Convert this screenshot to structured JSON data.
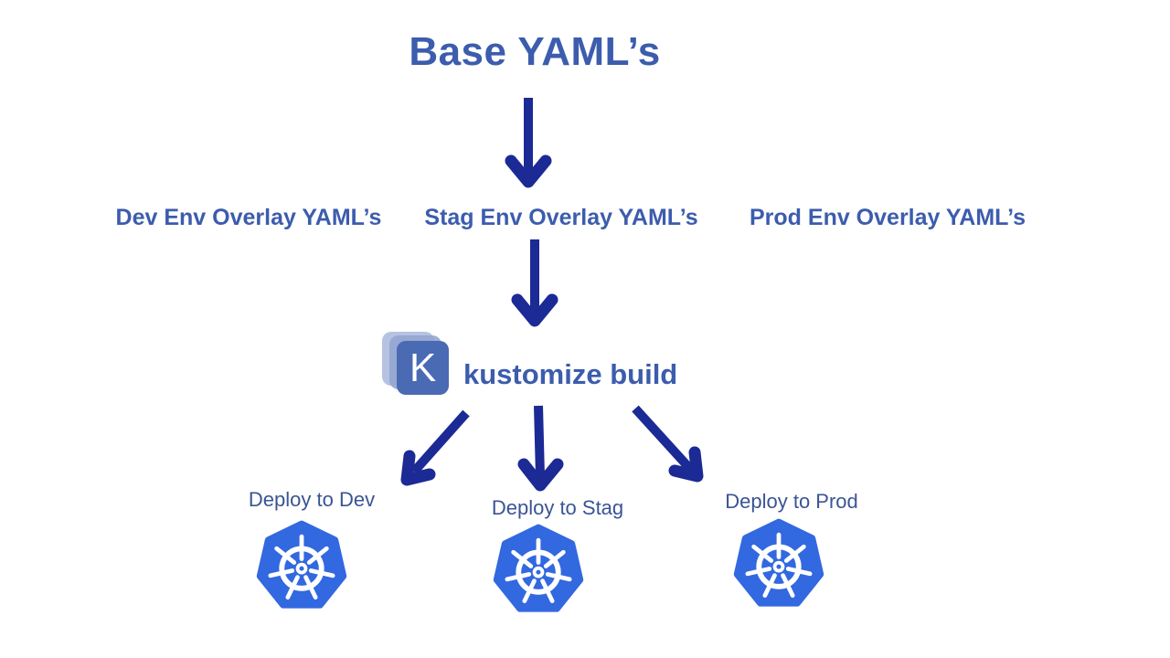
{
  "title": {
    "text": "Base YAML’s"
  },
  "overlays": [
    {
      "label": "Dev Env Overlay YAML’s"
    },
    {
      "label": "Stag Env Overlay YAML’s"
    },
    {
      "label": "Prod Env Overlay YAML’s"
    }
  ],
  "kustomize": {
    "label": "kustomize build",
    "icon_letter": "K"
  },
  "deploy_targets": [
    {
      "label": "Deploy to Dev"
    },
    {
      "label": "Deploy to Stag"
    },
    {
      "label": "Deploy to Prod"
    }
  ],
  "icons": {
    "kustomize": "kustomize-layers-icon",
    "kubernetes": "kubernetes-helm-icon",
    "arrows": "arrow-down-icon"
  },
  "colors": {
    "background": "#ffffff",
    "heading_blue": "#3c5cad",
    "deploy_label_blue": "#3a5494",
    "arrow_navy": "#1b2a94",
    "kubernetes_blue": "#3268e0",
    "kustomize_front": "#4a6ab3",
    "kustomize_mid": "#93a6d2",
    "kustomize_back": "#b6c2e2"
  }
}
